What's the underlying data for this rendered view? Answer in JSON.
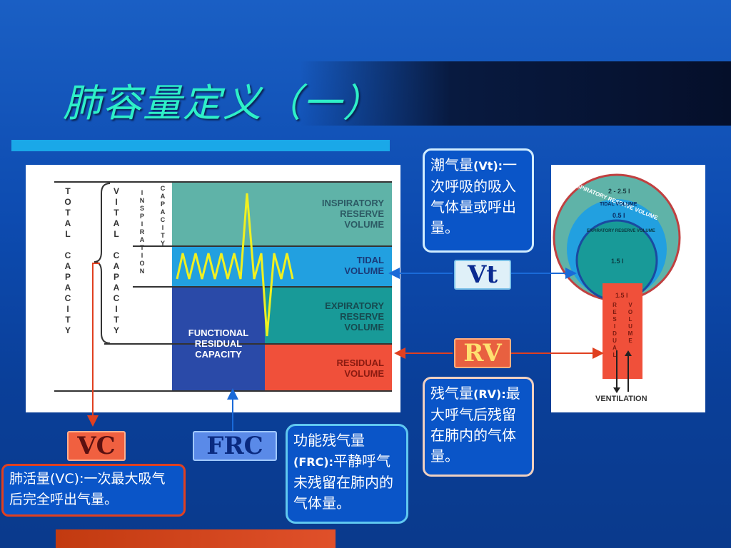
{
  "slide": {
    "title": "肺容量定义（一）"
  },
  "diagram": {
    "total_capacity_label": "T\nO\nT\nA\nL\n\nC\nA\nP\nA\nC\nI\nT\nY",
    "vital_capacity_label": "V\nI\nT\nA\nL\n\nC\nA\nP\nA\nC\nI\nT\nY",
    "inspiration_capacity_label": "I\nN\nS\nP\nI\nR\nA\nT\nI\nO\nN",
    "capacity_label": "C\nA\nP\nA\nC\nI\nT\nY",
    "inspiratory_reserve": "INSPIRATORY\nRESERVE\nVOLUME",
    "tidal_volume": "TIDAL\nVOLUME",
    "expiratory_reserve": "EXPIRATORY\nRESERVE\nVOLUME",
    "residual_volume": "RESIDUAL\nVOLUME",
    "frc_block": "FUNCTIONAL\nRESIDUAL\nCAPACITY",
    "colors": {
      "irv": "#5fb3a8",
      "tv": "#22a0e0",
      "erv": "#189a98",
      "rv": "#f0503a",
      "frc": "#2a4aa8",
      "trace": "#f0f020"
    }
  },
  "right_diagram": {
    "irv_label": "INSPIRATORY RESERVE VOLUME",
    "irv_value": "2 - 2.5 l",
    "tv_label": "TIDAL VOLUME",
    "tv_value": "0.5 l",
    "erv_label": "EXPIRATORY RESERVE VOLUME",
    "erv_value": "1.5 l",
    "rv_value": "1.5 l",
    "rv_label_1": "R\nE\nS\nI\nD\nU\nA\nL",
    "rv_label_2": "V\nO\nL\nU\nM\nE",
    "ventilation": "VENTILATION"
  },
  "callouts": {
    "vt": {
      "head": "潮气量",
      "abbr": "(Vt):",
      "body": "一次呼吸的吸入气体量或呼出量。"
    },
    "rv": {
      "head": "残气量",
      "abbr": "(RV):",
      "body": "最大呼气后残留在肺内的气体量。"
    },
    "frc": {
      "head": "功能残气量",
      "abbr": "(FRC):",
      "body": "平静呼气未残留在肺内的气体量。"
    },
    "vc": {
      "text": "肺活量(VC):一次最大吸气后完全呼出气量。"
    }
  },
  "tags": {
    "vt": "Vt",
    "rv": "RV",
    "vc": "VC",
    "frc": "FRC"
  }
}
